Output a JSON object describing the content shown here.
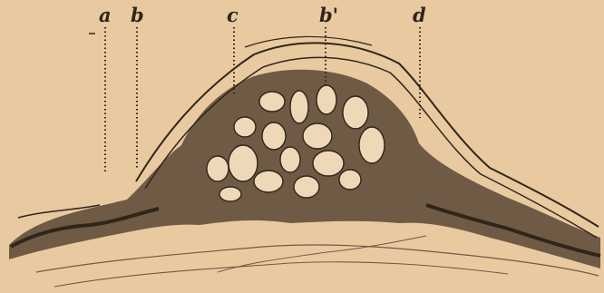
{
  "figure": {
    "labels": [
      "a",
      "b",
      "c",
      "b'",
      "d"
    ],
    "colors": {
      "paper": "#e9c9a0",
      "ink": "#2f2519",
      "tissue": "#6f5a45",
      "cell": "#eed8b8"
    }
  }
}
